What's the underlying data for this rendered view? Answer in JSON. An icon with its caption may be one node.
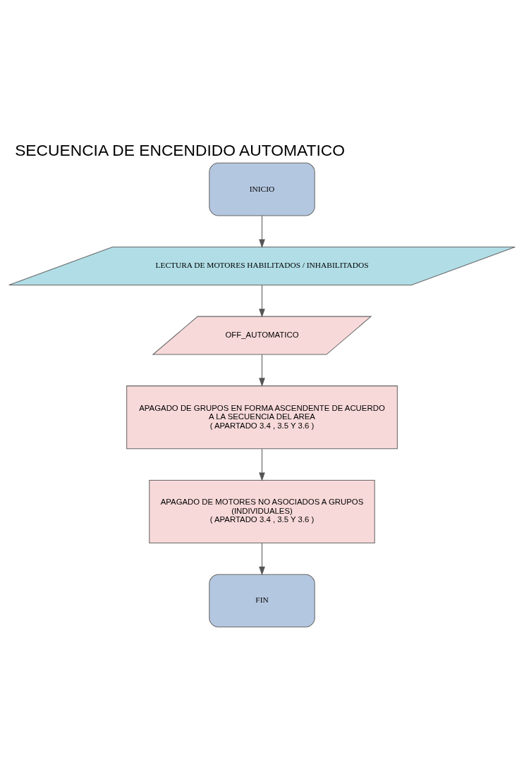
{
  "diagram": {
    "title": "SECUENCIA DE ENCENDIDO AUTOMATICO",
    "nodes": [
      {
        "text": [
          "INICIO"
        ]
      },
      {
        "text": [
          "LECTURA DE MOTORES HABILITADOS / INHABILITADOS"
        ]
      },
      {
        "text": [
          "OFF_AUTOMATICO"
        ]
      },
      {
        "text": [
          "APAGADO DE GRUPOS EN FORMA ASCENDENTE DE ACUERDO A LA SECUENCIA DEL AREA",
          "( APARTADO 3.4 , 3.5 Y 3.6 )"
        ]
      },
      {
        "text": [
          "APAGADO DE MOTORES NO ASOCIADOS A GRUPOS (INDIVIDUALES)",
          "( APARTADO 3.4 , 3.5 Y 3.6 )"
        ]
      },
      {
        "text": [
          "FIN"
        ]
      }
    ],
    "edges": [
      {
        "from": 0,
        "to": 1,
        "arrow": "to"
      },
      {
        "from": 1,
        "to": 2,
        "arrow": "to"
      },
      {
        "from": 2,
        "to": 3,
        "arrow": "to"
      },
      {
        "from": 3,
        "to": 4,
        "arrow": "to"
      },
      {
        "from": 4,
        "to": 5,
        "arrow": "to"
      }
    ]
  }
}
